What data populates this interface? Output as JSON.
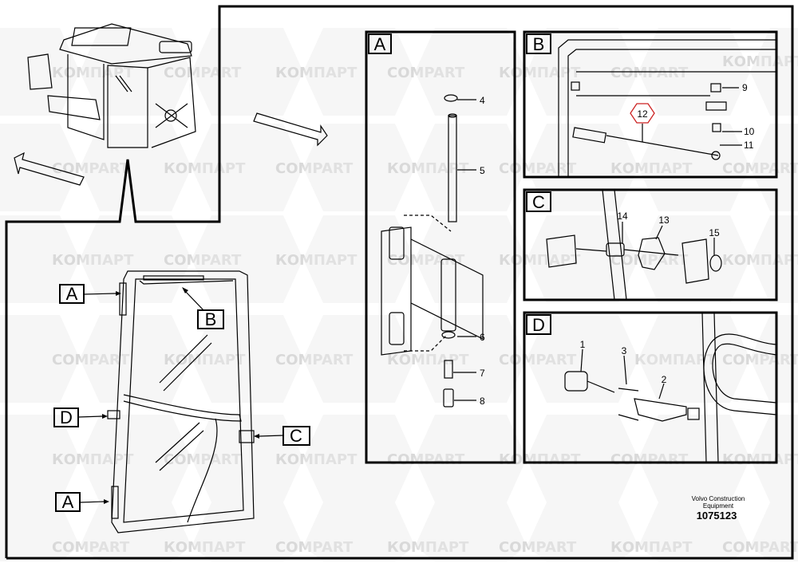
{
  "watermarks": {
    "latin": "COMPART",
    "cyrillic": "КОМПАРТ"
  },
  "callouts": {
    "a_top": "A",
    "b": "B",
    "d": "D",
    "c": "C",
    "a_bottom": "A"
  },
  "panels": {
    "a": {
      "label": "A",
      "parts": [
        "4",
        "5",
        "6",
        "7",
        "8"
      ]
    },
    "b": {
      "label": "B",
      "parts": [
        "9",
        "12",
        "10",
        "11"
      ]
    },
    "c": {
      "label": "C",
      "parts": [
        "14",
        "13",
        "15"
      ]
    },
    "d": {
      "label": "D",
      "parts": [
        "1",
        "3",
        "2"
      ]
    }
  },
  "footer": {
    "line1": "Volvo Construction",
    "line2": "Equipment",
    "number": "1075123"
  },
  "colors": {
    "highlight": "#cc2222",
    "watermark": "#d9d9d9"
  }
}
